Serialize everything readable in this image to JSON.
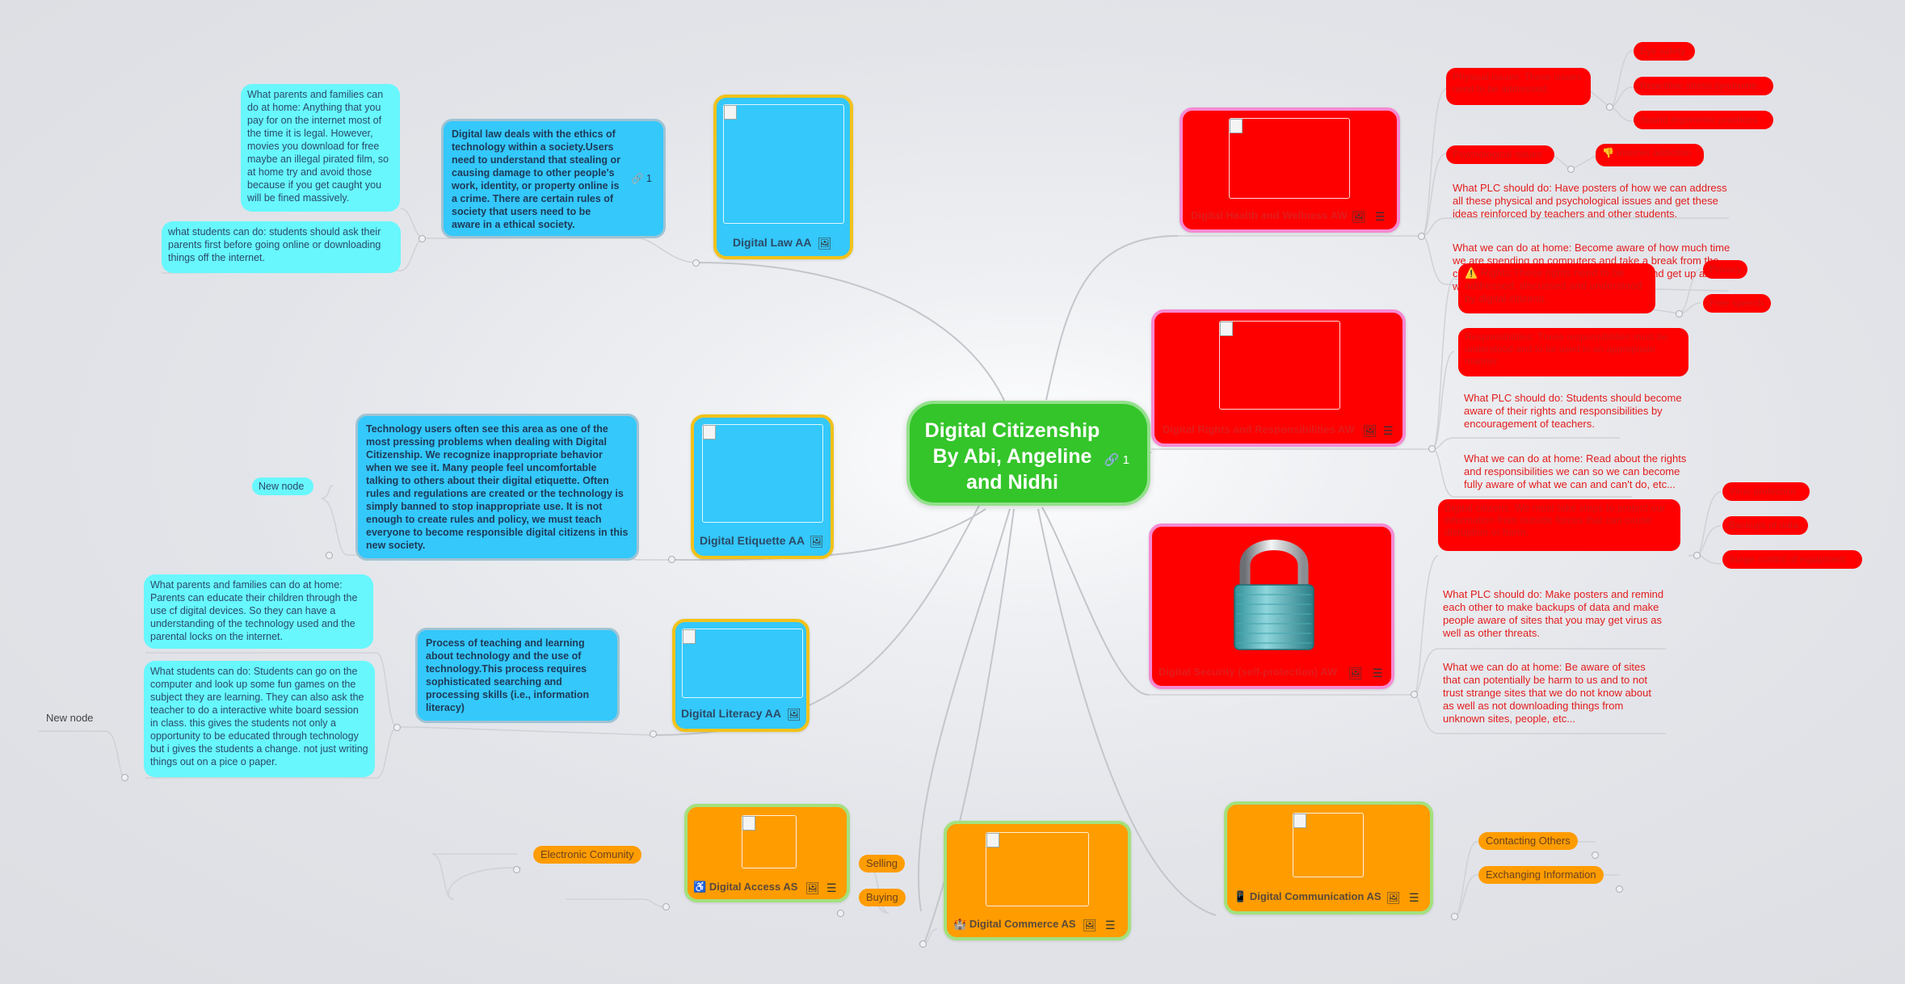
{
  "central": {
    "title": "Digital Citizenship By Abi, Angeline and Nidhi",
    "link_count": "1"
  },
  "left": {
    "law": {
      "title": "Digital Law AA",
      "desc": "Digital law deals with the ethics of technology within a society.Users need to understand that stealing or causing damage to other people's work, identity, or property online is a crime. There are certain rules of society that users need to be aware in a ethical society.",
      "link_count": "1",
      "parents": "What parents and families can do at home: Anything that you pay for on the internet most of the time it is legal. However, movies you download for free maybe an illegal pirated film, so at home try and avoid those because if you get caught you will be fined massively.",
      "students": "what students can do: students should ask their parents first before going online or downloading things off the internet."
    },
    "etiquette": {
      "title": "Digital Etiquette AA",
      "desc": "Technology users often see this area as one of the most pressing problems when dealing with Digital Citizenship. We recognize inappropriate behavior when we see it. Many people feel uncomfortable talking to others about their digital etiquette.  Often rules and regulations are created or the technology is simply banned to stop inappropriate use. It is not enough to create rules and policy, we must teach everyone to become responsible digital citizens in this new society.",
      "new_node": "New node"
    },
    "literacy": {
      "title": "Digital Literacy AA",
      "desc": "Process of teaching and learning about technology and the use of technology.This process requires sophisticated searching and processing skills (i.e., information literacy)",
      "parents": "What parents and families can do at home: Parents can educate their children through the use cf digital devices. So they can have a understanding of the technology used and the parental locks on the internet.",
      "students": "What students can do: Students can go on the computer and look up some fun games on the subject they are learning. They can also ask the teacher to do a interactive white board session in class. this gives the students not only a opportunity to be educated through technology but i gives the students a change. not just writing things out on a pice o paper.",
      "new_node": "New node"
    }
  },
  "right": {
    "health": {
      "title": "Digital Health and Wellness AW",
      "physical": "Physical issues: These issues need to be addressed.",
      "physical_children": [
        "Eye safety",
        "Repetitive stress syndrome",
        "Sound ergonomic practices"
      ],
      "psych": "Psychological issues",
      "psych_child": "Internet addiction",
      "psych_child_icon": "👎",
      "plc": "What PLC should do: Have posters of how we can address all these physical and psychological issues and get these ideas reinforced by teachers and other students.",
      "home": "What we can do at home: Become aware of how much time we are spending on computers and take a break from the computer every once in a while to stretch and get up and walk around."
    },
    "rights": {
      "title": "Digital Rights and Responsibilities AW",
      "rights_icon": "⚠️",
      "rights": "Rights:These rights need to be addressed, discussed and understood by digital citizens.",
      "rights_children": [
        "Privacy",
        "Free speech"
      ],
      "resp": "Responsibilities: These responsibilities must be understood and to be used in an appropriate manner.",
      "plc": "What PLC should do: Students should become aware of their rights and responsibilities by encouragement of teachers.",
      "home": "What we can do at home: Read about the rights and responsibilities we can so we can become fully aware of what we can and can't do, etc..."
    },
    "security": {
      "title": "Digital Security (self-protection) AW",
      "intro": "Digital citizens: We must take steps to protect our information from outside forces that can cause disruption or harm.",
      "children": [
        "Virus protection",
        "Backups of data",
        "Surge control of equipment"
      ],
      "plc": "What PLC should do: Make posters and remind each other to make backups of data and make people aware of sites that you may get virus as well as other threats.",
      "home": "What we can do at home: Be aware of sites that can potentially be harm to us and to not trust strange sites that we do not know about as well as not downloading things from unknown sites, people, etc..."
    }
  },
  "bottom": {
    "access": {
      "title": "Digital Access AS",
      "icon": "♿",
      "child": "Electronic Comunity"
    },
    "commerce": {
      "title": "Digital Commerce AS",
      "icon": "🏰",
      "children": [
        "Selling",
        "Buying"
      ]
    },
    "communication": {
      "title": "Digital Communication AS",
      "icon": "📱",
      "children": [
        "Contacting Others",
        "Exchanging Information"
      ]
    }
  },
  "colors": {
    "central": "#34c52a",
    "blue_card": "#34c8fb",
    "gold_border": "#f2c21a",
    "red_card": "#ff0000",
    "pink_border": "#f58ad2",
    "orange_card": "#ff9c00",
    "green_border": "#a3e17d",
    "cyan_note": "#67f7fd",
    "connector": "#c2c5ca"
  }
}
